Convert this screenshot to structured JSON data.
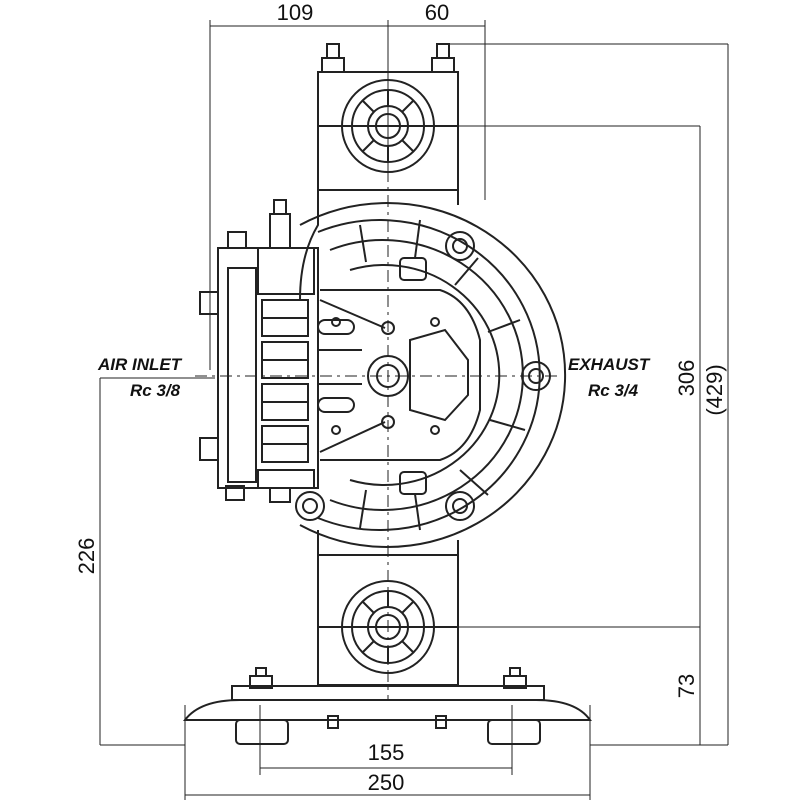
{
  "dimensions": {
    "top_left": "109",
    "top_right": "60",
    "right_upper": "306",
    "right_overall": "(429)",
    "left_height": "226",
    "right_lower": "73",
    "bottom_inner": "155",
    "bottom_outer": "250"
  },
  "labels": {
    "air_inlet": "AIR INLET",
    "air_inlet_size": "Rc 3/8",
    "exhaust": "EXHAUST",
    "exhaust_size": "Rc 3/4"
  }
}
